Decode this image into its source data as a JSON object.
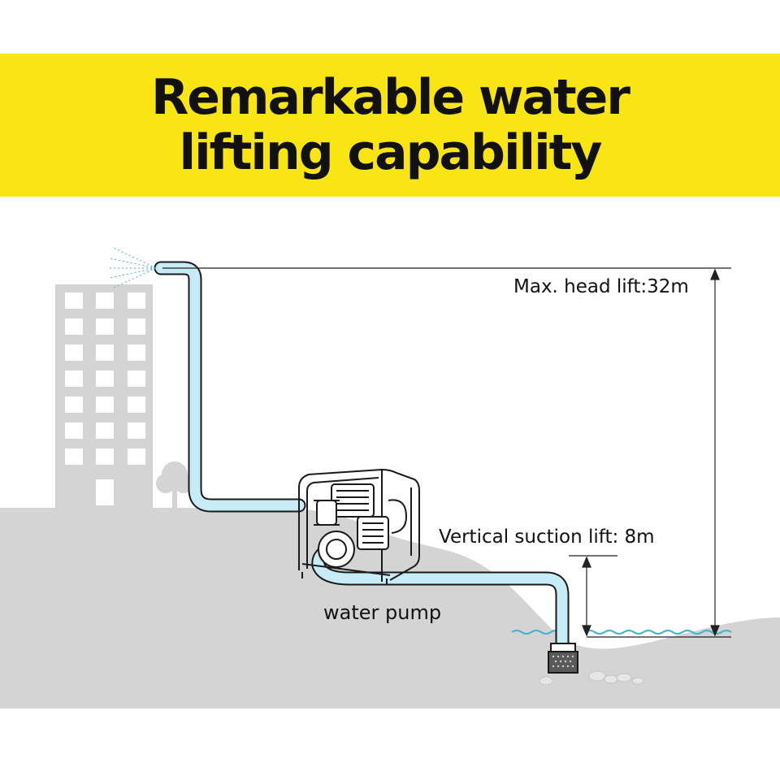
{
  "title": {
    "line1": "Remarkable water",
    "line2": "lifting capability"
  },
  "labels": {
    "max_head_lift": "Max. head lift:32m",
    "vertical_suction_lift": "Vertical suction lift: 8m",
    "water_pump": "water pump"
  },
  "colors": {
    "banner": "#fae514",
    "ground": "#d4d4d4",
    "building": "#d4d4d4",
    "hose_fill": "#c7ecf8",
    "hose_outline": "#1a1a1a",
    "water_line": "#43b3cf",
    "dimension_line": "#222222"
  },
  "icons": [
    "building-icon",
    "tree-icon",
    "water-pump-icon",
    "spray-nozzle-icon",
    "strainer-icon"
  ]
}
